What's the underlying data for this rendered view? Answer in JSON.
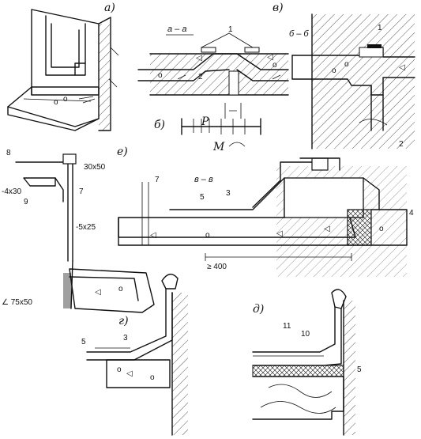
{
  "panels": {
    "a": {
      "label": "a)"
    },
    "b": {
      "label": "б)"
    },
    "v": {
      "label": "в)"
    },
    "g": {
      "label": "г)"
    },
    "d": {
      "label": "д)"
    },
    "e": {
      "label": "е)"
    }
  },
  "sections": {
    "aa": "а – а",
    "bb": "б – б",
    "vv": "в – в"
  },
  "callouts": {
    "n1a": "1",
    "n1b": "1",
    "n2a": "2",
    "n2b": "2",
    "n3a": "3",
    "n3b": "3",
    "n4": "4",
    "n5a": "5",
    "n5b": "5",
    "n5c": "5",
    "n7a": "7",
    "n7b": "7",
    "n8": "8",
    "n9": "9",
    "n10": "10",
    "n11": "11"
  },
  "dimensions": {
    "d30x50": "30x50",
    "d4x30": "-4x30",
    "d5x25": "-5x25",
    "d75x50": "∠ 75x50",
    "min400": "≥ 400"
  },
  "forces": {
    "P": "P",
    "M": "M"
  }
}
